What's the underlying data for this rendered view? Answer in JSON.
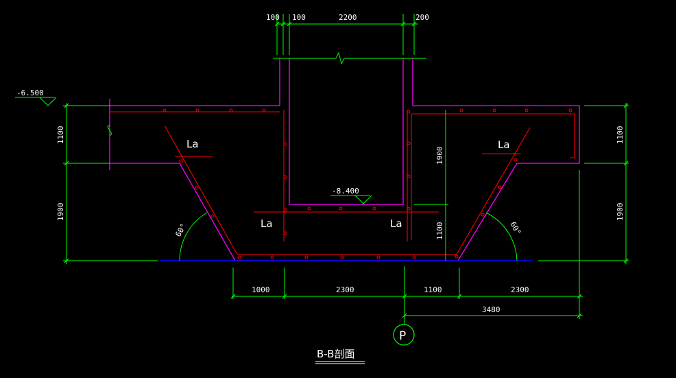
{
  "drawing": {
    "title": "B-B剖面",
    "grid_label": "P",
    "levels": {
      "top_left": "-6.500",
      "pit_bottom": "-8.400"
    },
    "anchor_label": "La",
    "angle_label": "60°",
    "dims_top": [
      "100",
      "100",
      "2200",
      "200"
    ],
    "dims_bottom": [
      "1000",
      "2300",
      "1100",
      "2300"
    ],
    "dim_overall_right": "3480",
    "dims_left": [
      "1100",
      "1900"
    ],
    "dims_right": [
      "1100",
      "1900"
    ],
    "dims_inner": [
      "1900",
      "1100"
    ]
  },
  "colors": {
    "background": "#000000",
    "concrete_outline": "#ff00ff",
    "rebar": "#ff0000",
    "dimension": "#00ff00",
    "ground": "#0000ff",
    "text": "#ffffff"
  }
}
